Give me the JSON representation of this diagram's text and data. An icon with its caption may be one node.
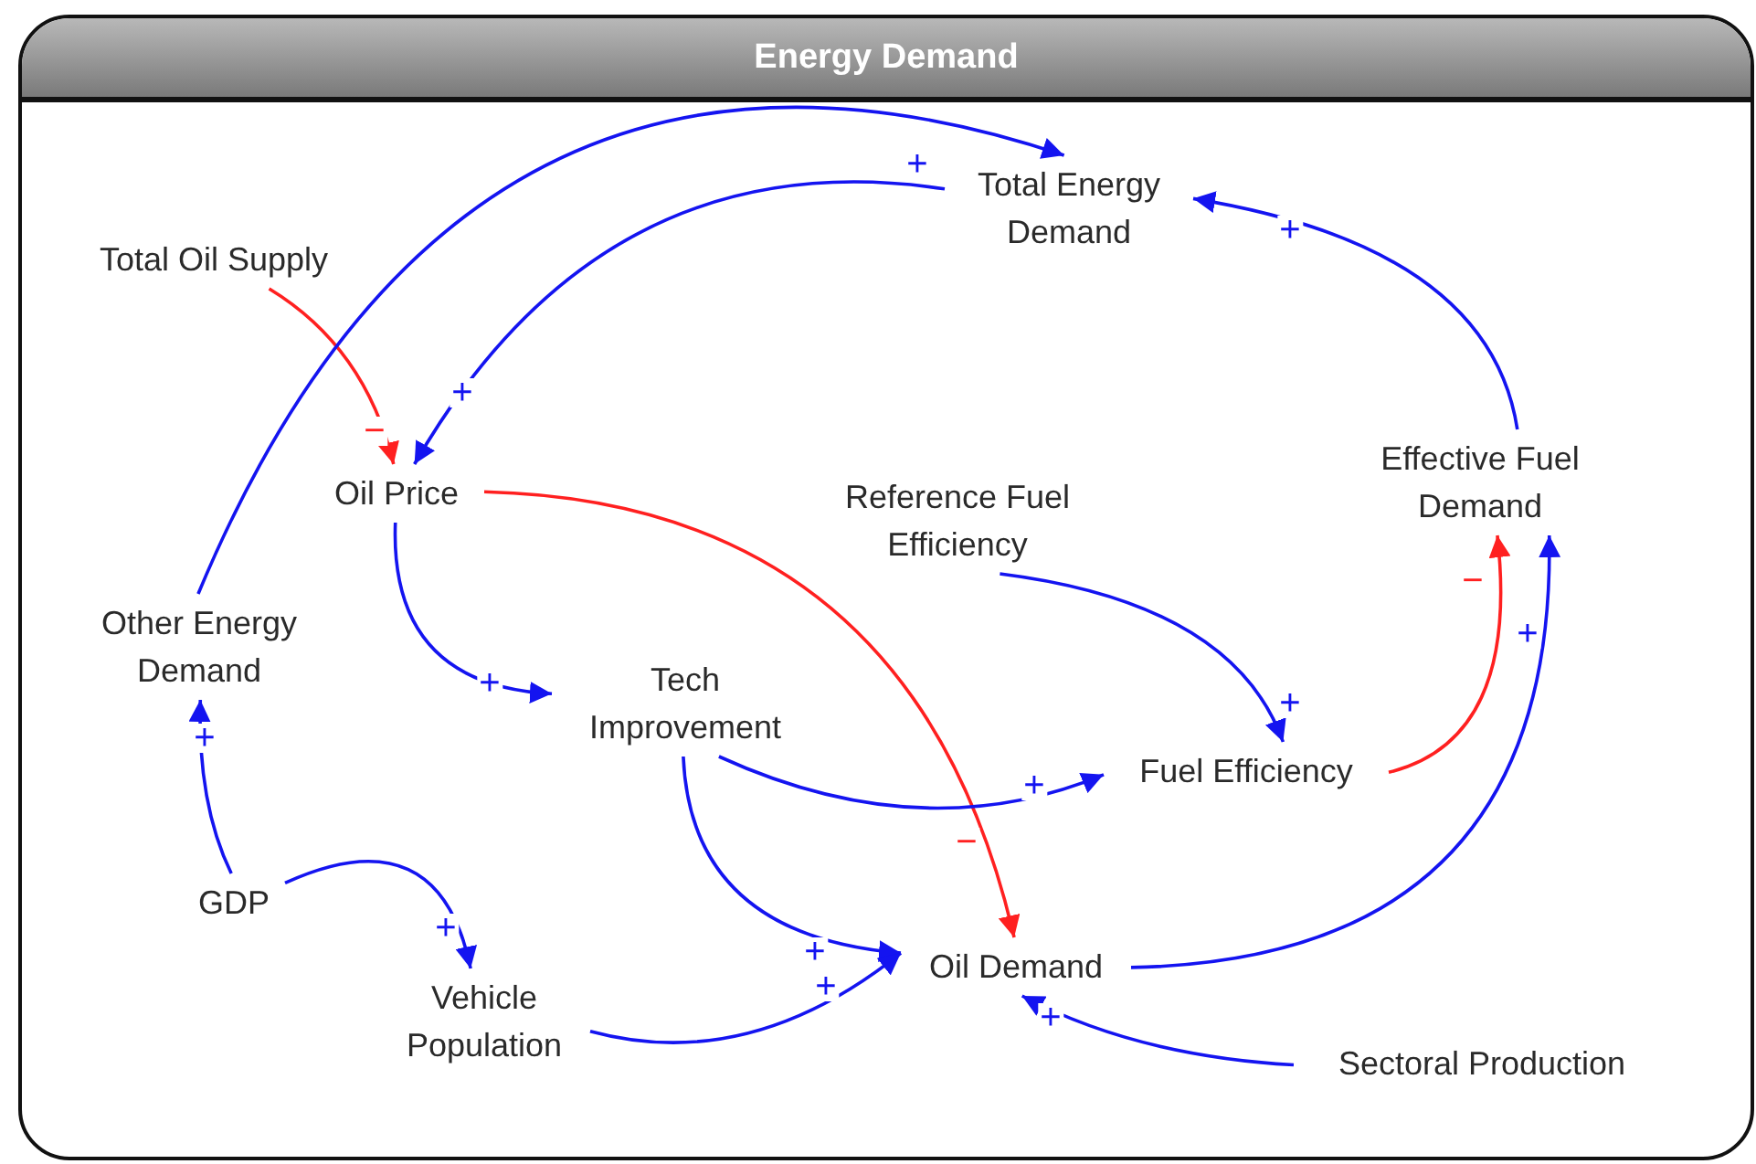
{
  "diagram": {
    "title": "Energy Demand",
    "nodes": [
      {
        "text": [
          "Total Oil Supply"
        ]
      },
      {
        "text": [
          "Oil Price"
        ]
      },
      {
        "text": [
          "Total Energy Demand"
        ]
      },
      {
        "text": [
          "Reference Fuel Efficiency"
        ]
      },
      {
        "text": [
          "Effective Fuel Demand"
        ]
      },
      {
        "text": [
          "Other Energy Demand"
        ]
      },
      {
        "text": [
          "Tech Improvement"
        ]
      },
      {
        "text": [
          "Fuel Efficiency"
        ]
      },
      {
        "text": [
          "GDP"
        ]
      },
      {
        "text": [
          "Oil Demand"
        ]
      },
      {
        "text": [
          "Vehicle Population"
        ]
      },
      {
        "text": [
          "Sectoral Production"
        ]
      }
    ],
    "edges": [
      {
        "from": 0,
        "to": 1,
        "arrow": "to",
        "label": "−",
        "color": "#ff2020"
      },
      {
        "from": 2,
        "to": 1,
        "arrow": "to",
        "label": "+"
      },
      {
        "from": 5,
        "to": 2,
        "arrow": "to",
        "label": "+"
      },
      {
        "from": 4,
        "to": 2,
        "arrow": "to",
        "label": "+"
      },
      {
        "from": 1,
        "to": 6,
        "arrow": "to",
        "label": "+"
      },
      {
        "from": 1,
        "to": 9,
        "arrow": "to",
        "label": "−",
        "color": "#ff2020"
      },
      {
        "from": 3,
        "to": 7,
        "arrow": "to",
        "label": "+"
      },
      {
        "from": 6,
        "to": 7,
        "arrow": "to",
        "label": "+"
      },
      {
        "from": 7,
        "to": 4,
        "arrow": "to",
        "label": "−",
        "color": "#ff2020"
      },
      {
        "from": 9,
        "to": 4,
        "arrow": "to",
        "label": "+"
      },
      {
        "from": 8,
        "to": 5,
        "arrow": "to",
        "label": "+"
      },
      {
        "from": 8,
        "to": 10,
        "arrow": "to",
        "label": "+"
      },
      {
        "from": 6,
        "to": 9,
        "arrow": "to",
        "label": "+"
      },
      {
        "from": 10,
        "to": 9,
        "arrow": "to",
        "label": "+"
      },
      {
        "from": 11,
        "to": 9,
        "arrow": "to",
        "label": "+"
      }
    ]
  }
}
